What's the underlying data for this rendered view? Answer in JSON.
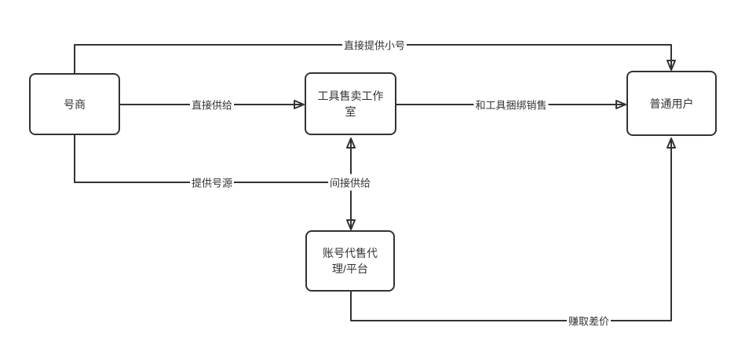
{
  "diagram": {
    "type": "flowchart",
    "colors": {
      "background": "#ffffff",
      "stroke": "#333333",
      "node_fill": "#ffffff",
      "text": "#333333"
    },
    "nodes": [
      {
        "id": "account-dealer",
        "label": "号商",
        "lines": [
          "号商"
        ]
      },
      {
        "id": "tool-studio",
        "label": "工具售卖工作室",
        "lines": [
          "工具售卖工作",
          "室"
        ]
      },
      {
        "id": "ordinary-user",
        "label": "普通用户",
        "lines": [
          "普通用户"
        ]
      },
      {
        "id": "resale-agency-platform",
        "label": "账号代售代理/平台",
        "lines": [
          "账号代售代",
          "理/平台"
        ]
      }
    ],
    "edges": [
      {
        "from": "号商",
        "to": "普通用户",
        "label": "直接提供小号"
      },
      {
        "from": "号商",
        "to": "工具售卖工作室",
        "label": "直接供给"
      },
      {
        "from": "工具售卖工作室",
        "to": "普通用户",
        "label": "和工具捆绑销售"
      },
      {
        "from": "号商",
        "to": "账号代售代理/平台",
        "label": "提供号源"
      },
      {
        "from": "账号代售代理/平台",
        "to": "工具售卖工作室",
        "label": "间接供给"
      },
      {
        "from": "账号代售代理/平台",
        "to": "普通用户",
        "label": "赚取差价"
      }
    ]
  }
}
